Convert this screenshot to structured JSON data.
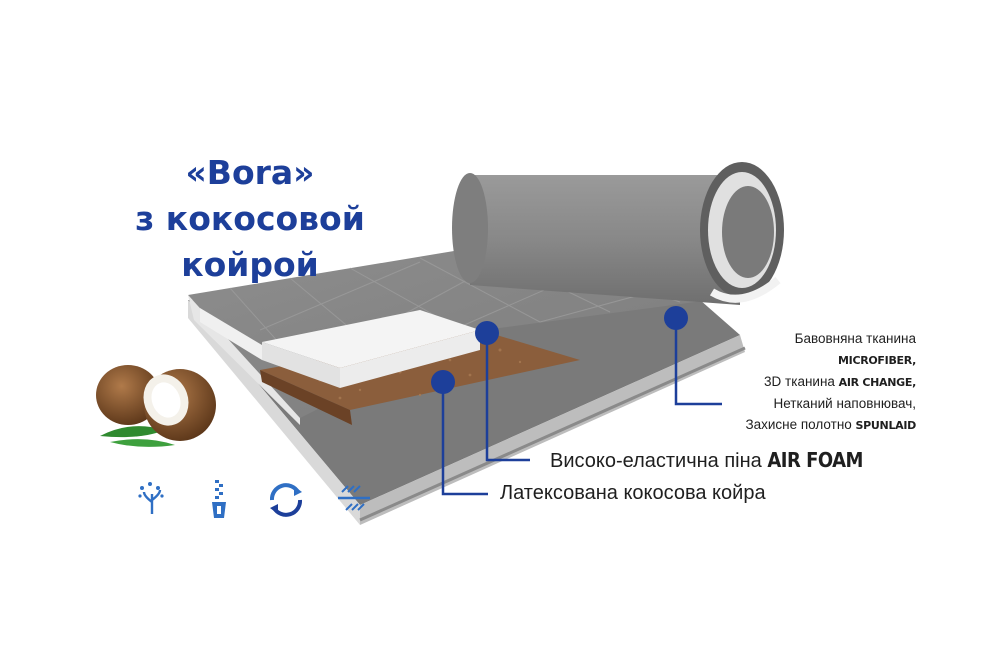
{
  "title": {
    "line1": "«Bora»",
    "line2": "з кокосовой",
    "line3": "койрой"
  },
  "layers": {
    "cover": {
      "line1": "Бавовняна тканина",
      "line2": "MICROFIBER,",
      "line3_pre": "3D тканина ",
      "line3_bold": "AIR CHANGE,",
      "line4": "Нетканий наповнювач,",
      "line5_pre": "Захисне полотно ",
      "line5_bold": "SPUNLAID"
    },
    "foam": {
      "text": "Високо-еластична піна ",
      "bold": "AIR FOAM"
    },
    "coir": {
      "text": "Латексована кокосова койра"
    }
  },
  "colors": {
    "accent": "#1d3f9a",
    "cover_gray": "#8a8a8a",
    "coir_brown": "#8b5e3c"
  },
  "icons": [
    "breathable-leaf-icon",
    "zipper-icon",
    "rotate-arrows-icon",
    "air-flow-icon"
  ]
}
